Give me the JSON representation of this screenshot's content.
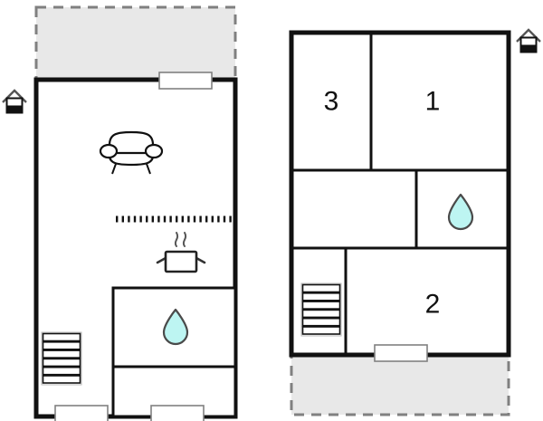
{
  "document": {
    "type": "floor-plan",
    "plan_count": 2,
    "background_color": "#ffffff",
    "wall_color": "#111111",
    "terrace_fill": "#e8e8e8",
    "terrace_stroke": "#808080",
    "water_fill": "#bdf5f2",
    "water_stroke": "#4a4a4a"
  },
  "plans": [
    {
      "id": "plan-left",
      "name": "left-floor-plan",
      "label": "",
      "rooms": [],
      "terrace": {
        "name": "terrace-top",
        "label": ""
      },
      "symbols": [
        {
          "name": "sofa-symbol",
          "label": ""
        },
        {
          "name": "stove-symbol",
          "label": ""
        },
        {
          "name": "water-drop-symbol",
          "label": ""
        },
        {
          "name": "stairs-symbol",
          "label": ""
        },
        {
          "name": "partition-dotted-line",
          "label": ""
        }
      ],
      "windows": [
        {
          "name": "window-top",
          "label": ""
        },
        {
          "name": "window-bottom-left",
          "label": ""
        },
        {
          "name": "window-bottom-right",
          "label": ""
        }
      ],
      "compass": {
        "name": "north-indicator-left",
        "label": ""
      }
    },
    {
      "id": "plan-right",
      "name": "right-floor-plan",
      "label": "",
      "rooms": [
        {
          "name": "room-3",
          "label": "3"
        },
        {
          "name": "room-1",
          "label": "1"
        },
        {
          "name": "room-2",
          "label": "2"
        }
      ],
      "terrace": {
        "name": "terrace-bottom",
        "label": ""
      },
      "symbols": [
        {
          "name": "water-drop-symbol",
          "label": ""
        },
        {
          "name": "stairs-symbol",
          "label": ""
        }
      ],
      "windows": [
        {
          "name": "window-bottom",
          "label": ""
        }
      ],
      "compass": {
        "name": "north-indicator-right",
        "label": ""
      }
    }
  ],
  "labels": {
    "room_3": "3",
    "room_1": "1",
    "room_2": "2"
  }
}
